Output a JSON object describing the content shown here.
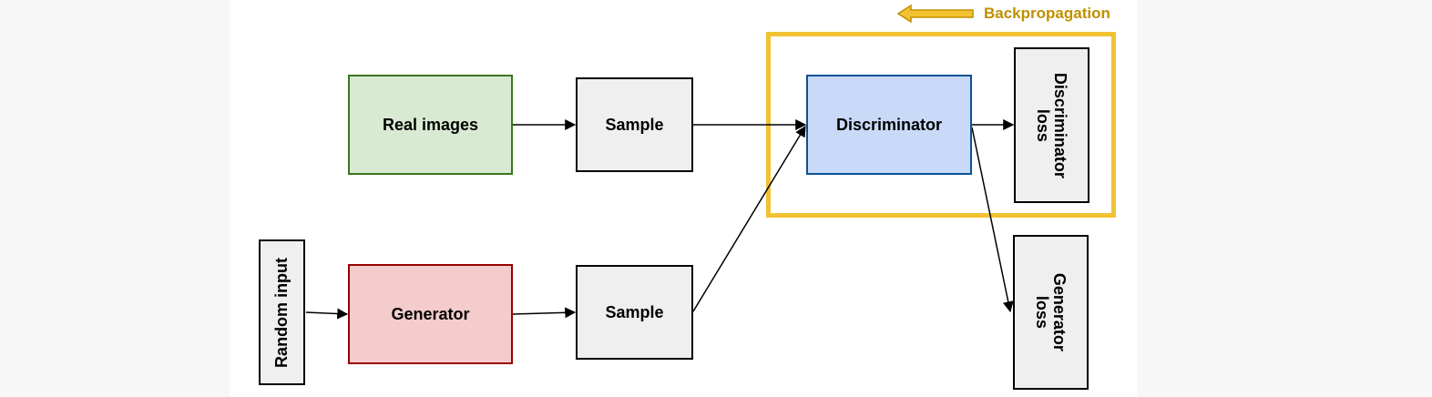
{
  "nodes": {
    "random_input": "Random input",
    "real_images": "Real images",
    "generator": "Generator",
    "sample_top": "Sample",
    "sample_bottom": "Sample",
    "discriminator": "Discriminator",
    "discriminator_loss": "Discriminator\nloss",
    "generator_loss": "Generator\nloss"
  },
  "backpropagation": {
    "label": "Backpropagation",
    "color": "#f1c232",
    "text_color": "#bf9000"
  },
  "colors": {
    "real_images": "#d9ead3",
    "generator": "#f4cccc",
    "discriminator": "#c9daf8",
    "neutral": "#efefef"
  }
}
